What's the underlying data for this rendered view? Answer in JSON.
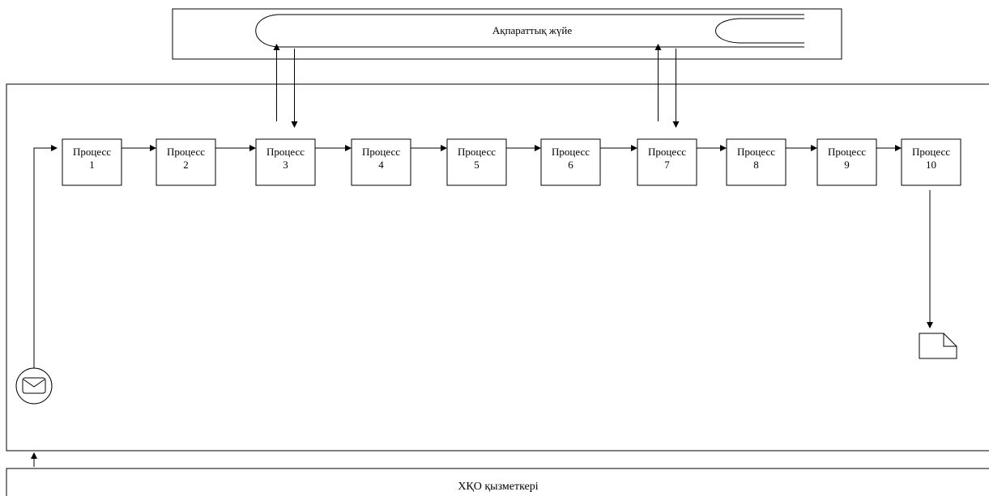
{
  "system_lane": {
    "label": "Ақпараттық жүйе"
  },
  "employee_lane": {
    "label": "ХҚО қызметкері"
  },
  "processes": [
    {
      "line1": "Процесс",
      "line2": "1"
    },
    {
      "line1": "Процесс",
      "line2": "2"
    },
    {
      "line1": "Процесс",
      "line2": "3"
    },
    {
      "line1": "Процесс",
      "line2": "4"
    },
    {
      "line1": "Процесс",
      "line2": "5"
    },
    {
      "line1": "Процесс",
      "line2": "6"
    },
    {
      "line1": "Процесс",
      "line2": "7"
    },
    {
      "line1": "Процесс",
      "line2": "8"
    },
    {
      "line1": "Процесс",
      "line2": "9"
    },
    {
      "line1": "Процесс",
      "line2": "10"
    }
  ],
  "system_links": [
    3,
    7
  ],
  "icons": {
    "start": "envelope-icon",
    "end": "document-icon"
  }
}
